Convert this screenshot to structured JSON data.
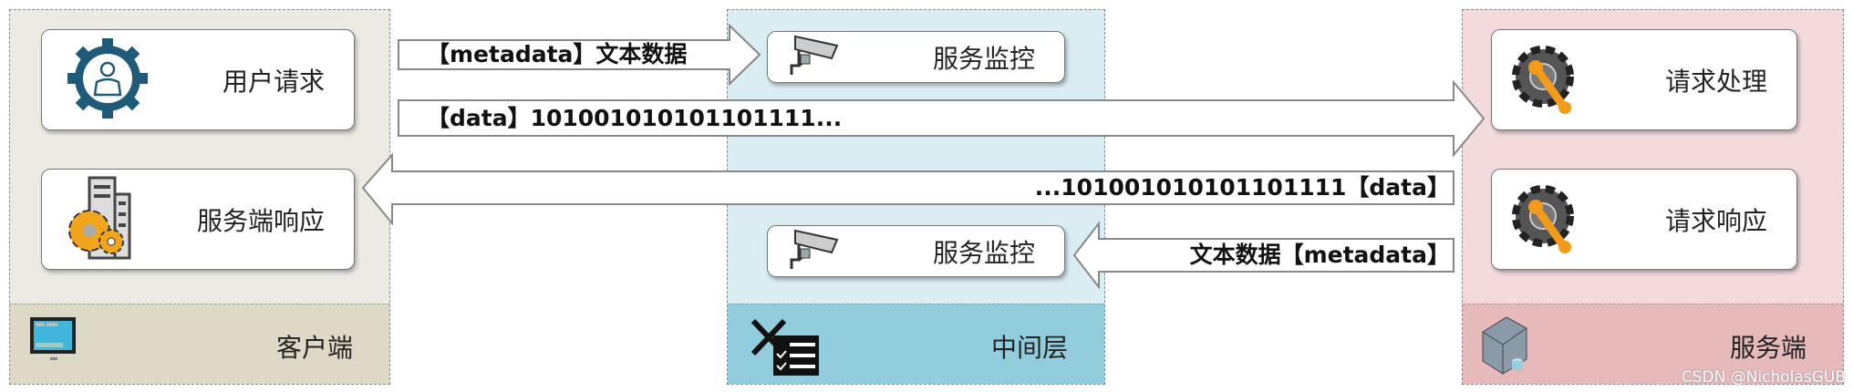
{
  "client": {
    "title": "客户端",
    "cards": [
      {
        "label": "用户请求",
        "icon": "user-gear-icon"
      },
      {
        "label": "服务端响应",
        "icon": "building-gears-icon"
      }
    ],
    "footer_icon": "monitor-icon",
    "bg": "#ecebe3",
    "footer_bg": "#ddd9c6"
  },
  "middle": {
    "title": "中间层",
    "cards": [
      {
        "label": "服务监控",
        "icon": "camera-icon"
      },
      {
        "label": "服务监控",
        "icon": "camera-icon"
      }
    ],
    "footer_icon": "tools-checklist-icon",
    "bg": "#daedf3",
    "footer_bg": "#92cddd"
  },
  "server": {
    "title": "服务端",
    "cards": [
      {
        "label": "请求处理",
        "icon": "gear-wrench-icon"
      },
      {
        "label": "请求响应",
        "icon": "gear-wrench-icon"
      }
    ],
    "footer_icon": "server-icon",
    "bg": "#f3dbdc",
    "footer_bg": "#e6b9bb"
  },
  "arrows": [
    {
      "text": "【metadata】文本数据",
      "direction": "right"
    },
    {
      "text": "【data】101001010101101111...",
      "direction": "right"
    },
    {
      "text": "...101001010101101111【data】",
      "direction": "left"
    },
    {
      "text": "文本数据【metadata】",
      "direction": "left"
    }
  ],
  "watermark": "CSDN @NicholasGUB"
}
